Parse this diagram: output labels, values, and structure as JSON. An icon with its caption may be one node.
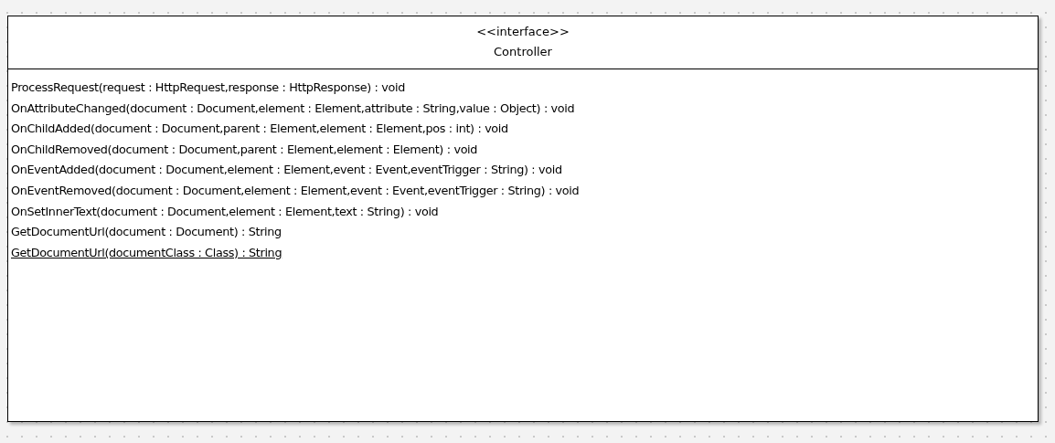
{
  "diagram": {
    "nodes": [
      {
        "text": [
          "<<interface>>",
          "Controller",
          "ProcessRequest(request : HttpRequest,response : HttpResponse) : void",
          "OnAttributeChanged(document : Document,element : Element,attribute : String,value : Object) : void",
          "OnChildAdded(document : Document,parent : Element,element : Element,pos : int) : void",
          "OnChildRemoved(document : Document,parent : Element,element : Element) : void",
          "OnEventAdded(document : Document,element : Element,event : Event,eventTrigger : String) : void",
          "OnEventRemoved(document : Document,element : Element,event : Event,eventTrigger : String) : void",
          "OnSetInnerText(document : Document,element : Element,text : String) : void",
          "GetDocumentUrl(document : Document) : String",
          "GetDocumentUrl(documentClass : Class) : String"
        ]
      }
    ]
  }
}
